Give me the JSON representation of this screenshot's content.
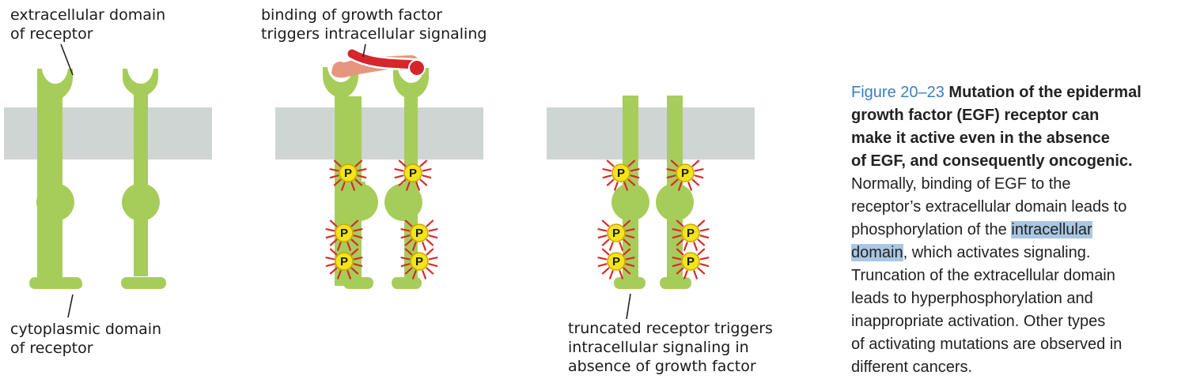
{
  "labels": {
    "extracellular": [
      "extracellular domain",
      "of receptor"
    ],
    "cytoplasmic": [
      "cytoplasmic domain",
      "of receptor"
    ],
    "binding": [
      "binding of growth factor",
      "triggers intracellular signaling"
    ],
    "truncated": [
      "truncated receptor triggers",
      "intracellular signaling in",
      "absence of growth factor"
    ]
  },
  "phospho_label": "P",
  "caption": {
    "figure_number": "Figure 20–23",
    "bold_lines": [
      " Mutation of the epidermal",
      "growth factor (EGF) receptor can",
      "make it active even in the absence",
      "of EGF, and consequently oncogenic."
    ],
    "line_5": "Normally, binding of EGF to the",
    "line_6": "receptor’s extracellular domain leads to",
    "line_7_pre": "phosphorylation of the ",
    "line_7_hl": "intracellular",
    "line_8_hl": "domain",
    "line_8_post": ", which activates signaling.",
    "plain_lines": [
      "Truncation of the extracellular domain",
      "leads to hyperphosphorylation and",
      "inappropriate activation. Other types",
      "of activating mutations are observed in",
      "different cancers."
    ]
  },
  "colors": {
    "receptor": "#a6cd5a",
    "membrane": "#cfd5d3",
    "growth_factor": "#d7262b",
    "growth_factor_partner": "#e6957f",
    "phospho_fill": "#f6e41a",
    "phospho_ray": "#d92a2a",
    "caption_accent": "#3a7fc1",
    "highlight": "#a9c7e3"
  }
}
